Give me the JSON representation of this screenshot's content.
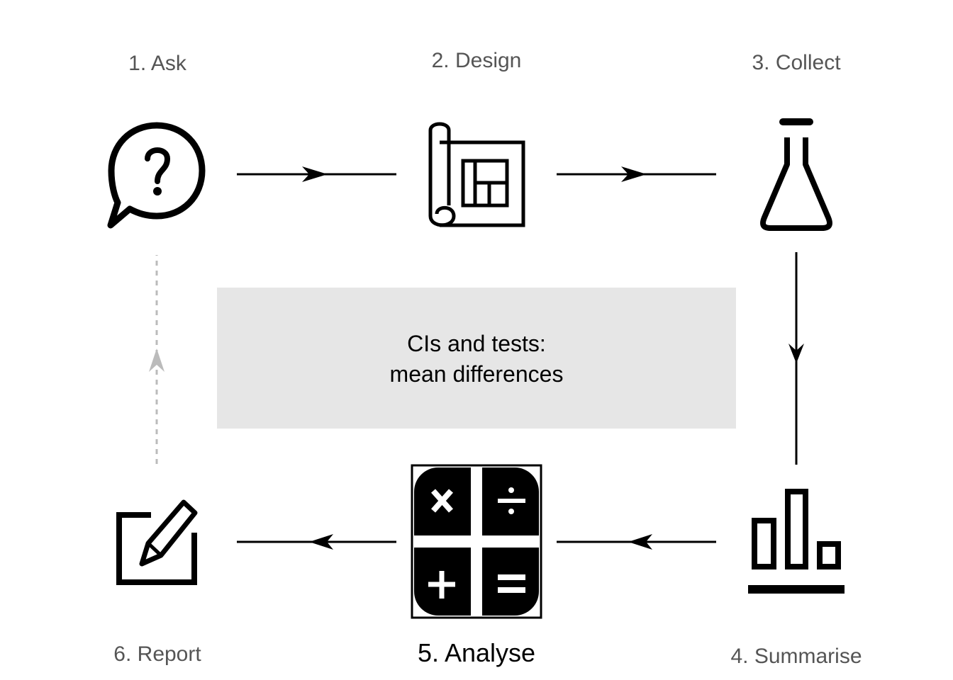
{
  "diagram": {
    "steps": [
      {
        "label": "1. Ask",
        "icon": "question-bubble-icon"
      },
      {
        "label": "2. Design",
        "icon": "blueprint-icon"
      },
      {
        "label": "3. Collect",
        "icon": "flask-icon"
      },
      {
        "label": "4. Summarise",
        "icon": "bar-chart-icon"
      },
      {
        "label": "5. Analyse",
        "icon": "calculator-icon"
      },
      {
        "label": "6. Report",
        "icon": "edit-icon"
      }
    ],
    "active_step": "5. Analyse",
    "center_box": {
      "line1": "CIs and tests:",
      "line2": "mean differences"
    }
  },
  "colors": {
    "label": "#555555",
    "active_label": "#000000",
    "arrow": "#000000",
    "dashed_arrow": "#bbbbbb",
    "center_box_bg": "#e6e6e6",
    "icon": "#000000"
  }
}
